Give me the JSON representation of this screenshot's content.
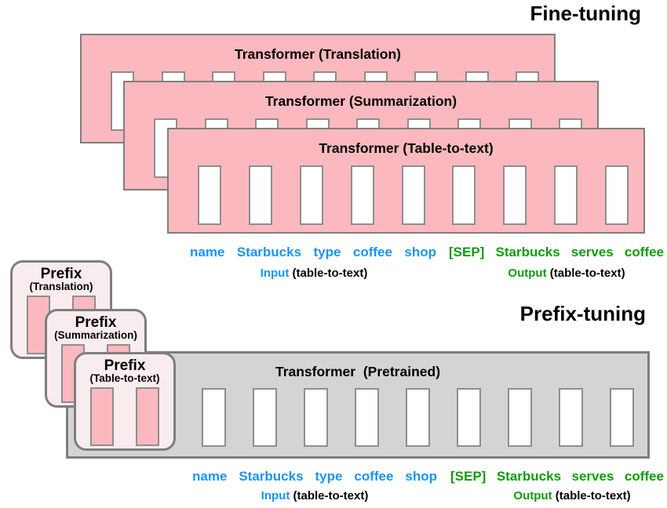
{
  "titles": {
    "fine_tuning": "Fine-tuning",
    "prefix_tuning": "Prefix-tuning"
  },
  "fine_tuning": {
    "boxes": [
      {
        "label": "Transformer (Translation)",
        "slot_count": 9
      },
      {
        "label": "Transformer (Summarization)",
        "slot_count": 9
      },
      {
        "label": "Transformer (Table-to-text)",
        "slot_count": 9
      }
    ]
  },
  "prefix_tuning": {
    "prefix_boxes": [
      {
        "title": "Prefix",
        "subtitle": "(Translation)",
        "vector_count": 2
      },
      {
        "title": "Prefix",
        "subtitle": "(Summarization)",
        "vector_count": 2
      },
      {
        "title": "Prefix",
        "subtitle": "(Table-to-text)",
        "vector_count": 2
      }
    ],
    "transformer": {
      "label": "Transformer  (Pretrained)",
      "slot_count": 9
    }
  },
  "token_rows": [
    {
      "input_tokens": [
        "name",
        "Starbucks",
        "type",
        "coffee",
        "shop"
      ],
      "output_tokens": [
        "[SEP]",
        "Starbucks",
        "serves",
        "coffee"
      ],
      "input_label": {
        "head": "Input",
        "rest": " (table-to-text)"
      },
      "output_label": {
        "head": "Output",
        "rest": " (table-to-text)"
      }
    },
    {
      "input_tokens": [
        "name",
        "Starbucks",
        "type",
        "coffee",
        "shop"
      ],
      "output_tokens": [
        "[SEP]",
        "Starbucks",
        "serves",
        "coffee"
      ],
      "input_label": {
        "head": "Input",
        "rest": " (table-to-text)"
      },
      "output_label": {
        "head": "Output",
        "rest": " (table-to-text)"
      }
    }
  ],
  "colors": {
    "pink": "#FBB9BF",
    "prefix_background": "#F9ECEE",
    "gray": "#D4D4D4",
    "box_border": "#7E7E7E",
    "slot_border": "#8E8E8E",
    "slot_fill": "#FFFFFF",
    "input_blue": "#1B94F4",
    "output_green": "#0E9C0E",
    "text": "#000000"
  }
}
